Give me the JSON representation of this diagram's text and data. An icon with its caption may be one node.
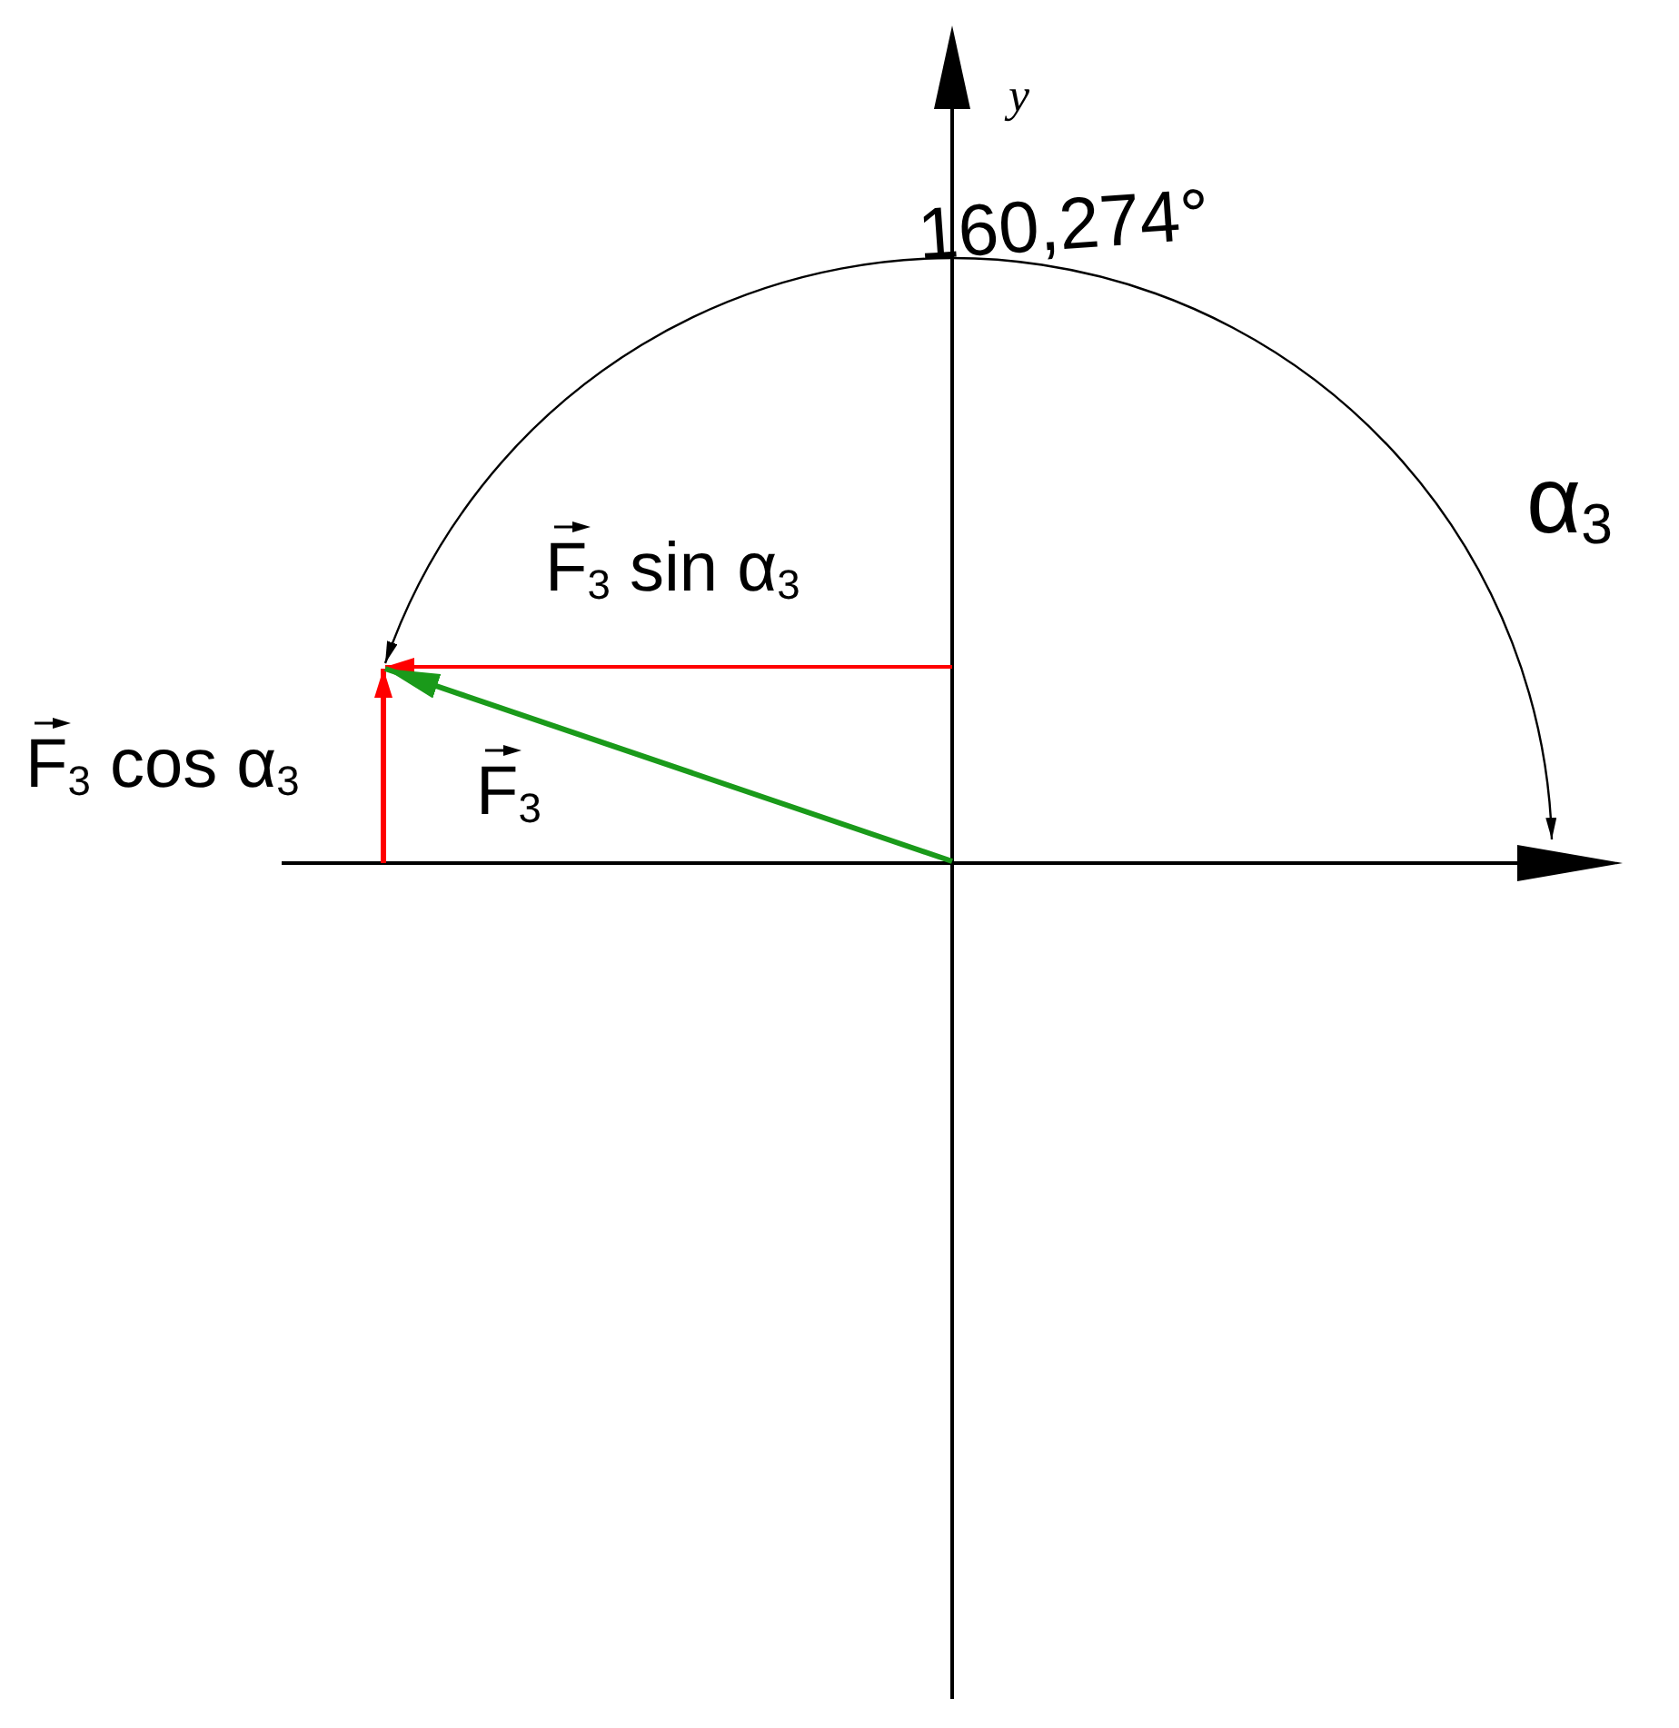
{
  "diagram": {
    "labels": [
      "y",
      "160,274°",
      "α$_{3}$",
      "F$_{3}$ sin α$_{3}$",
      "F$_{3}$ cos α$_{3}$",
      "F$_{3}$"
    ]
  }
}
